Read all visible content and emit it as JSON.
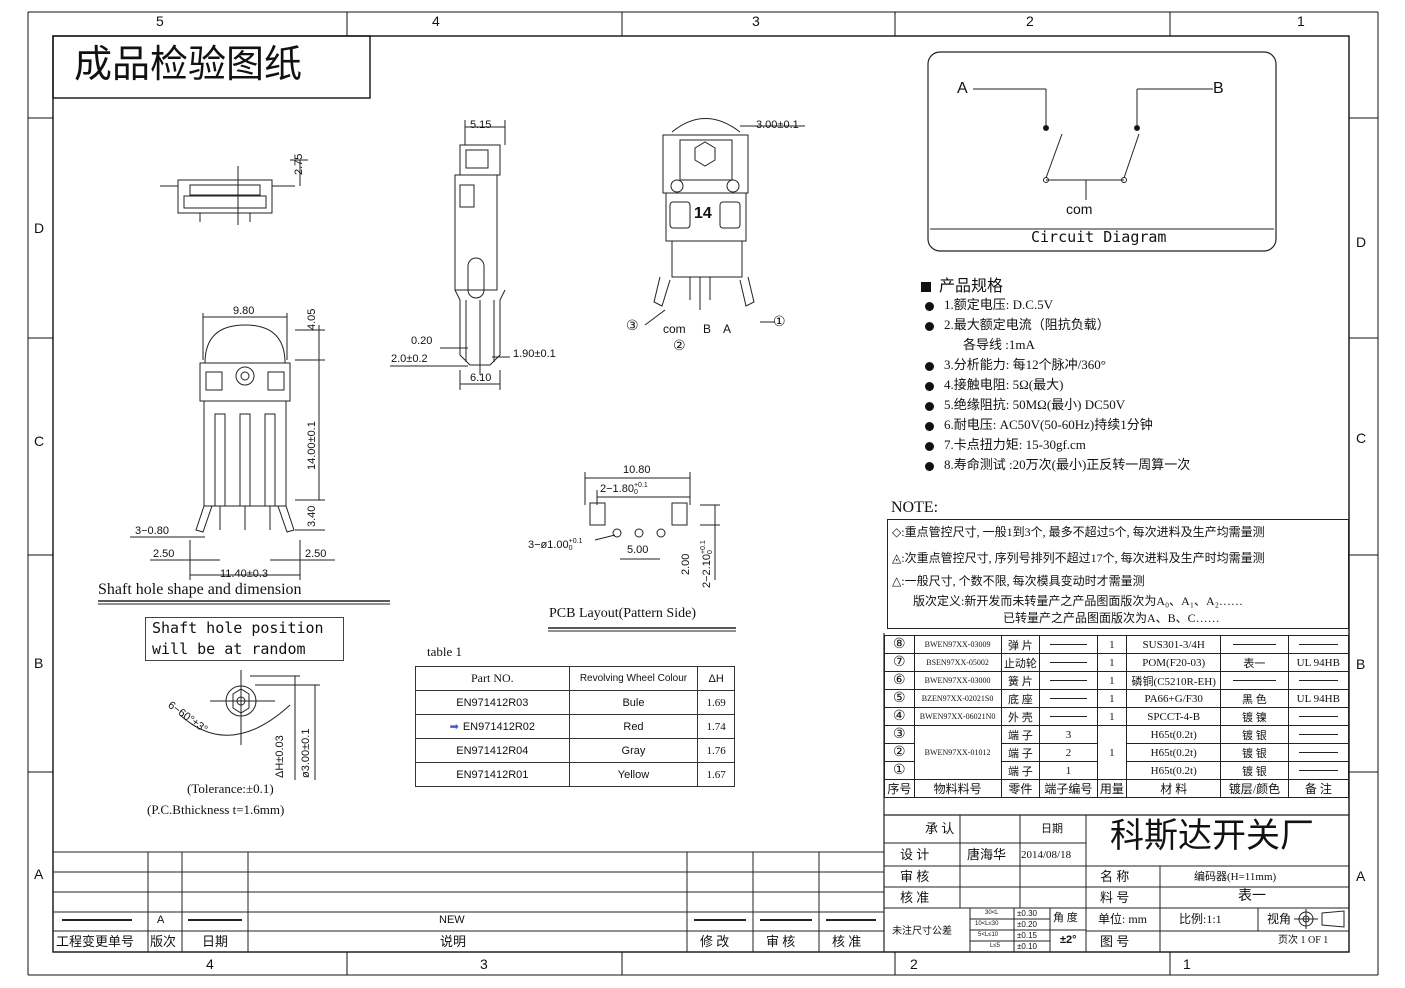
{
  "title": "成品检验图纸",
  "zones": {
    "top": [
      "5",
      "4",
      "3",
      "2",
      "1"
    ],
    "bottom": [
      "4",
      "3",
      "2",
      "1"
    ],
    "left": [
      "D",
      "C",
      "B",
      "A"
    ],
    "right": [
      "D",
      "C",
      "B",
      "A"
    ]
  },
  "circuit": {
    "caption": "Circuit Diagram",
    "pin_a": "A",
    "pin_b": "B",
    "pin_com": "com"
  },
  "spec": {
    "heading": "产品规格",
    "items": [
      "1.额定电压: D.C.5V",
      "2.最大额定电流（阻抗负载）",
      "各导线 :1mA",
      "3.分析能力: 每12个脉冲/360°",
      "4.接触电阻: 5Ω(最大)",
      "5.绝缘阻抗: 50MΩ(最小) DC50V",
      "6.耐电压: AC50V(50-60Hz)持续1分钟",
      "7.卡点扭力矩: 15-30gf.cm",
      "8.寿命测试 :20万次(最小)正反转一周算一次"
    ]
  },
  "note": {
    "heading": "NOTE:",
    "lines": [
      ":重点管控尺寸, 一般1到3个, 最多不超过5个, 每次进料及生产均需量测",
      ":次重点管控尺寸, 序列号排列不超过17个, 每次进料及生产时均需量测",
      ":一般尺寸, 个数不限, 每次模具变动时才需量测",
      "版次定义:新开发而未转量产之产品图面版次为A₀、A₁、A₂……",
      "已转量产之产品图面版次为A、B、C……"
    ]
  },
  "dims": {
    "d275": "2.75",
    "d980": "9.80",
    "d405": "4.05",
    "d1400": "14.00±0.1",
    "d340": "3.40",
    "d380": "3−0.80",
    "d250a": "2.50",
    "d250b": "2.50",
    "d1140": "11.40±0.3",
    "d515": "5.15",
    "d020": "0.20",
    "d20": "2.0±0.2",
    "d190": "1.90±0.1",
    "d610": "6.10",
    "d300": "3.00±0.1",
    "d1080": "10.80",
    "d2180": "2−1.80",
    "d3100": "3−ø1.00",
    "d500": "5.00",
    "d200": "2.00",
    "d2210": "2−2.10",
    "tol_sup": "+0.1",
    "tol_sub": "0",
    "angle": "6−60°±3°",
    "dh": "ΔH±0.03",
    "d300b": "ø3.00±0.1",
    "num14": "14",
    "pin1": "①",
    "pin2": "②",
    "pin3": "③",
    "pin_com": "com",
    "pin_b": "B",
    "pin_a": "A"
  },
  "labels": {
    "shaft_title": "Shaft hole shape and dimension",
    "shaft_note1": "Shaft hole position",
    "shaft_note2": "will be at random",
    "pcb_title": "PCB Layout(Pattern Side)",
    "tolerance": "(Tolerance:±0.1)",
    "thickness": "(P.C.Bthickness   t=1.6mm)"
  },
  "table1": {
    "caption": "table 1",
    "headers": [
      "Part NO.",
      "Revolving Wheel Colour",
      "ΔH"
    ],
    "rows": [
      [
        "EN971412R03",
        "Bule",
        "1.69"
      ],
      [
        "EN971412R02",
        "Red",
        "1.74"
      ],
      [
        "EN971412R04",
        "Gray",
        "1.76"
      ],
      [
        "EN971412R01",
        "Yellow",
        "1.67"
      ]
    ],
    "marker_color": "#3a5bd9"
  },
  "bom": {
    "rows": [
      [
        "⑧",
        "BWEN97XX-03009",
        "弹 片",
        "",
        "1",
        "SUS301-3/4H",
        "",
        ""
      ],
      [
        "⑦",
        "BSEN97XX-05002",
        "止动轮",
        "",
        "1",
        "POM(F20-03)",
        "表一",
        "UL 94HB"
      ],
      [
        "⑥",
        "BWEN97XX-03000",
        "簧 片",
        "",
        "1",
        "磷铜(C5210R-EH)",
        "",
        ""
      ],
      [
        "⑤",
        "BZEN97XX-02021S0",
        "底 座",
        "",
        "1",
        "PA66+G/F30",
        "黑 色",
        "UL 94HB"
      ],
      [
        "④",
        "BWEN97XX-06021N0",
        "外 壳",
        "",
        "1",
        "SPCCT-4-B",
        "镀 镍",
        ""
      ],
      [
        "③",
        "BWEN97XX-01012",
        "端 子",
        "3",
        "1",
        "H65t(0.2t)",
        "镀 银",
        ""
      ],
      [
        "②",
        "",
        "端 子",
        "2",
        "",
        "H65t(0.2t)",
        "镀 银",
        ""
      ],
      [
        "①",
        "",
        "端 子",
        "1",
        "",
        "H65t(0.2t)",
        "镀 银",
        ""
      ]
    ],
    "header": [
      "序号",
      "物料料号",
      "零件",
      "端子编号",
      "用量",
      "材 料",
      "镀层/颜色",
      "备 注"
    ]
  },
  "title_block": {
    "approve": "承 认",
    "date_label": "日期",
    "company": "科斯达开关厂",
    "design": "设 计",
    "designer": "唐海华",
    "design_date": "2014/08/18",
    "check": "审 核",
    "name_label": "名 称",
    "name_value": "编码器(H=11mm)",
    "approve2": "核 准",
    "part_label": "料 号",
    "part_value": "表一",
    "tol_label": "未注尺寸公差",
    "tol_rows": [
      [
        "30<L",
        "±0.30"
      ],
      [
        "10<L≤30",
        "±0.20"
      ],
      [
        "5<L≤10",
        "±0.15"
      ],
      [
        "L≤5",
        "±0.10"
      ]
    ],
    "angle_label": "角 度",
    "angle_value": "±2°",
    "unit": "单位: mm",
    "scale": "比例:1:1",
    "view": "视角",
    "drawing_label": "图 号",
    "page": "页次 1 OF 1"
  },
  "revision": {
    "rev_letter": "A",
    "rev_desc": "NEW",
    "headers": [
      "工程变更单号",
      "版次",
      "日期",
      "说明",
      "修 改",
      "审 核",
      "核 准"
    ]
  }
}
